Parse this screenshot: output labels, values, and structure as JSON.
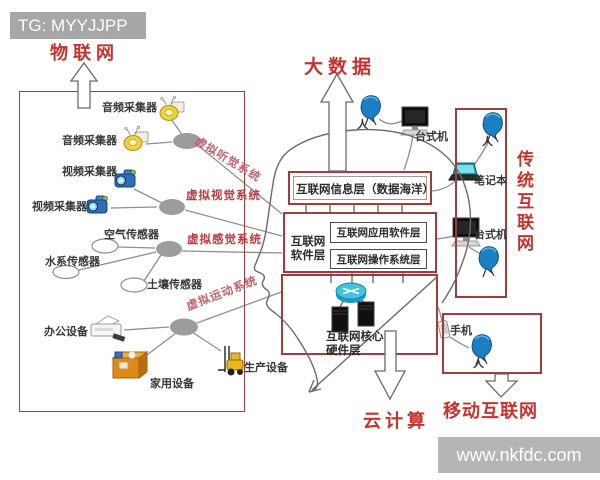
{
  "watermarks": {
    "top": "TG: MYYJJPP",
    "bottom": "www.nkfdc.com"
  },
  "titles": {
    "iot": "物联网",
    "big_data": "大数据",
    "cloud_computing": "云计算",
    "mobile_internet": "移动互联网",
    "traditional_internet": "传统互联网"
  },
  "iot_devices": {
    "audio_collector_1": "音频采集器",
    "audio_collector_2": "音频采集器",
    "video_collector_1": "视频采集器",
    "video_collector_2": "视频采集器",
    "air_sensor": "空气传感器",
    "water_sensor": "水系传感器",
    "soil_sensor": "土壤传感器",
    "office_equipment": "办公设备",
    "home_equipment": "家用设备",
    "production_equipment": "生产设备"
  },
  "virtual_systems": {
    "hearing": "虚拟听觉系统",
    "vision": "虚拟视觉系统",
    "sensation": "虚拟感觉系统",
    "motion": "虚拟运动系统"
  },
  "brain_layers": {
    "information": "互联网信息层（数据海洋）",
    "software_line1": "互联网",
    "software_line2": "软件层",
    "application": "互联网应用软件层",
    "operating_system": "互联网操作系统层",
    "hardware_line1": "互联网核心",
    "hardware_line2": "硬件层"
  },
  "endpoints": {
    "desktop_top": "台式机",
    "laptop": "笔记本",
    "desktop_mid": "台式机",
    "phone": "手机",
    "person": "人"
  },
  "colors": {
    "accent_red": "#c5332d",
    "box_red": "#a23b3c",
    "label_pink": "#c2636c",
    "watermark_gray": "#a7a7a7"
  }
}
